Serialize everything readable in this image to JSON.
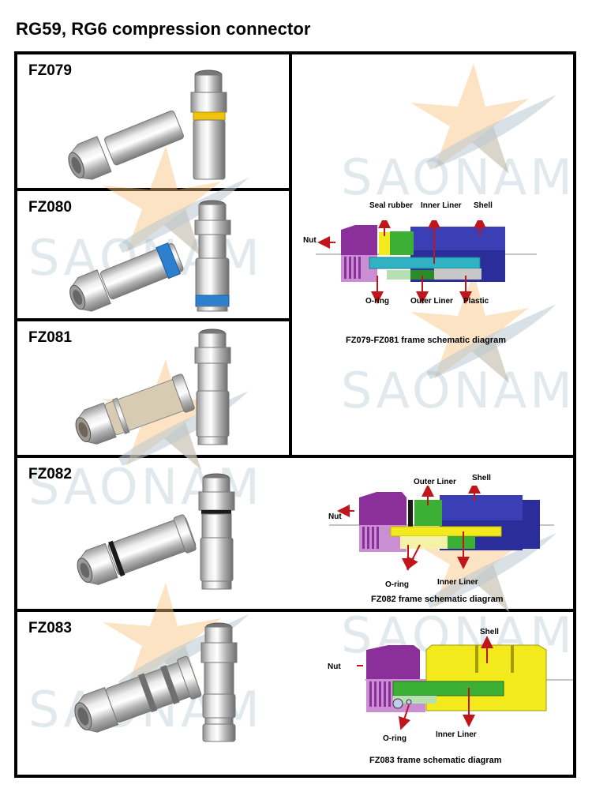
{
  "title": "RG59, RG6 compression connector",
  "watermark": {
    "text": "SAONAM",
    "icon": "star-swoosh-logo-icon",
    "star_color": "#f7c27a",
    "swoosh_color": "#b9c8d2"
  },
  "products": [
    {
      "model": "FZ079",
      "band_color": "#f0c20a",
      "band_name": "yellow"
    },
    {
      "model": "FZ080",
      "band_color": "#2f7fcf",
      "band_name": "blue"
    },
    {
      "model": "FZ081",
      "band_color": null,
      "band_name": "none"
    },
    {
      "model": "FZ082",
      "band_color": "#1a1a1a",
      "band_name": "black o-ring"
    },
    {
      "model": "FZ083",
      "band_color": null,
      "band_name": "none"
    }
  ],
  "diagrams": {
    "fz079_081": {
      "caption": "FZ079-FZ081 frame schematic diagram",
      "labels": {
        "nut": "Nut",
        "seal_rubber": "Seal rubber",
        "inner_liner": "Inner Liner",
        "shell": "Shell",
        "o_ring": "O-ring",
        "outer_liner": "Outer Liner",
        "plastic": "Plastic"
      },
      "colors": {
        "nut": "#8b2f9a",
        "seal": "#f2ea1c",
        "outer_liner": "#3cb035",
        "shell": "#2a2d9a",
        "inner_liner": "#2fb2c4",
        "arrow": "#c0151a"
      }
    },
    "fz082": {
      "caption": "FZ082 frame schematic diagram",
      "labels": {
        "nut": "Nut",
        "outer_liner": "Outer Liner",
        "shell": "Shell",
        "o_ring": "O-ring",
        "inner_liner": "Inner Liner"
      },
      "colors": {
        "nut": "#8b2f9a",
        "outer_liner": "#3cb035",
        "shell": "#2a2d9a",
        "inner_liner": "#f2ea1c",
        "arrow": "#c0151a"
      }
    },
    "fz083": {
      "caption": "FZ083 frame schematic diagram",
      "labels": {
        "nut": "Nut",
        "shell": "Shell",
        "o_ring": "O-ring",
        "inner_liner": "Inner Liner"
      },
      "colors": {
        "nut": "#8b2f9a",
        "shell": "#f2ea1c",
        "inner_liner": "#3cb035",
        "arrow": "#c0151a"
      }
    }
  }
}
